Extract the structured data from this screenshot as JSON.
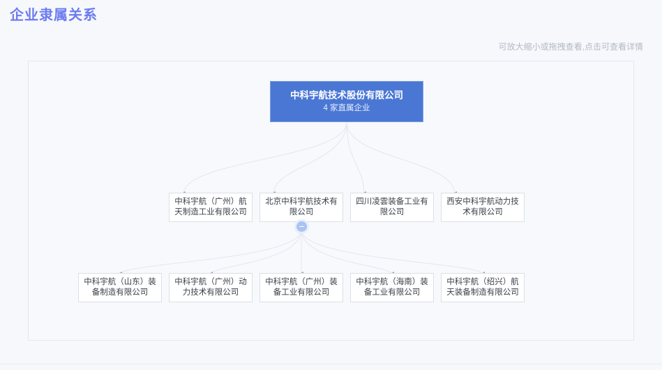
{
  "page": {
    "title": "企业隶属关系",
    "title_color": "#6b7cf0",
    "background_color": "#f7f8fc",
    "hint": "可放大缩小或拖拽查看,点击可查看详情"
  },
  "graph": {
    "accent_color": "#4a77d4",
    "node_border_color": "#dcdfe6",
    "edge_color": "#e3e5ec",
    "arrow_color": "#9a9da6",
    "toggle": {
      "icon": "minus-icon",
      "state": "expanded",
      "color": "#a9c3f2"
    },
    "root": {
      "name": "中科宇航技术股份有限公司",
      "subtitle": "4 家直属企业"
    },
    "level1": [
      {
        "name": "中科宇航（广州）航天制造工业有限公司"
      },
      {
        "name": "北京中科宇航技术有限公司",
        "has_toggle": true
      },
      {
        "name": "四川凌雲装备工业有限公司"
      },
      {
        "name": "西安中科宇航动力技术有限公司"
      }
    ],
    "level2": [
      {
        "name": "中科宇航（山东）装备制造有限公司"
      },
      {
        "name": "中科宇航（广州）动力技术有限公司"
      },
      {
        "name": "中科宇航（广州）装备工业有限公司"
      },
      {
        "name": "中科宇航（海南）装备工业有限公司"
      },
      {
        "name": "中科宇航（绍兴）航天装备制造有限公司"
      }
    ]
  }
}
